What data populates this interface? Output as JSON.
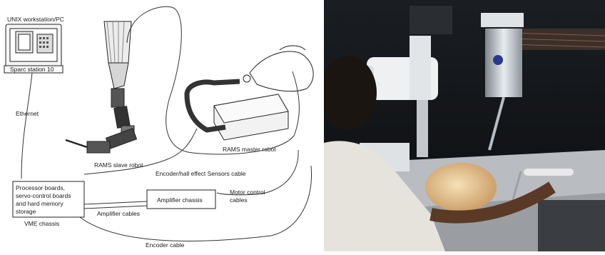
{
  "diagram": {
    "workstation_label": "UNIX workstation/PC",
    "sparc_label": "Sparc station 10",
    "ethernet_label": "Ethernet",
    "slave_label": "RAMS slave robot",
    "master_label": "RAMS master robot",
    "encoder_hall_label": "Encoder/hall effect Sensors cable",
    "processor_line1": "Processor boards,",
    "processor_line2": "servo-control boards",
    "processor_line3": "and hard memory",
    "processor_line4": "storage",
    "vme_label": "VME chassis",
    "amplifier_chassis_label": "Amplifier chassis",
    "amplifier_cables_label": "Amplifier cables",
    "motor_control_line1": "Motor control",
    "motor_control_line2": "cables",
    "encoder_cable_label": "Encoder cable"
  },
  "photo": {
    "description_hidden": ""
  }
}
